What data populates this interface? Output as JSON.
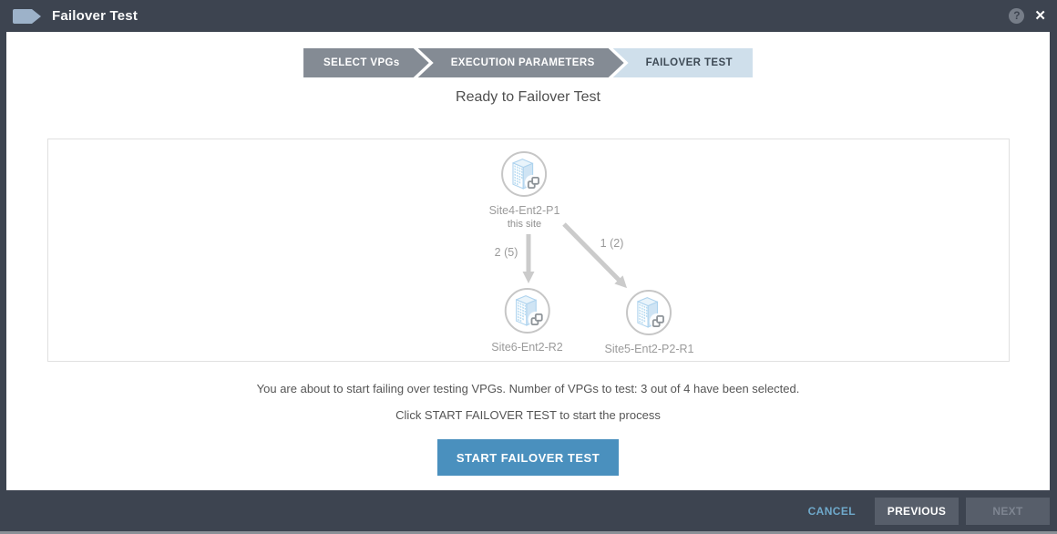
{
  "window": {
    "title": "Failover Test",
    "icons": {
      "help": "?",
      "close": "✕"
    }
  },
  "stepper": {
    "steps": [
      {
        "label": "SELECT VPGs",
        "state": "completed"
      },
      {
        "label": "EXECUTION PARAMETERS",
        "state": "completed"
      },
      {
        "label": "FAILOVER TEST",
        "state": "current"
      }
    ]
  },
  "main": {
    "heading": "Ready to Failover Test",
    "diagram": {
      "source_site": {
        "name": "Site4-Ent2-P1",
        "note": "this site"
      },
      "targets": [
        {
          "name": "Site6-Ent2-R2",
          "edge_label": "2 (5)"
        },
        {
          "name": "Site5-Ent2-P2-R1",
          "edge_label": "1 (2)"
        }
      ]
    },
    "message_line1": "You are about to start failing over testing VPGs. Number of VPGs to test: 3 out of 4 have been selected.",
    "message_line2": "Click START FAILOVER TEST to start the process",
    "start_button_label": "START FAILOVER TEST"
  },
  "footer": {
    "cancel_label": "CANCEL",
    "previous_label": "PREVIOUS",
    "next_label": "NEXT"
  },
  "colors": {
    "titlebar_bg": "#3d4450",
    "accent_blue": "#4a90be",
    "step_active_bg": "#cfdfeb",
    "step_inactive_bg": "#848b94",
    "cancel_link": "#6fa9cb",
    "arrow_gray": "#cbcbcb"
  }
}
